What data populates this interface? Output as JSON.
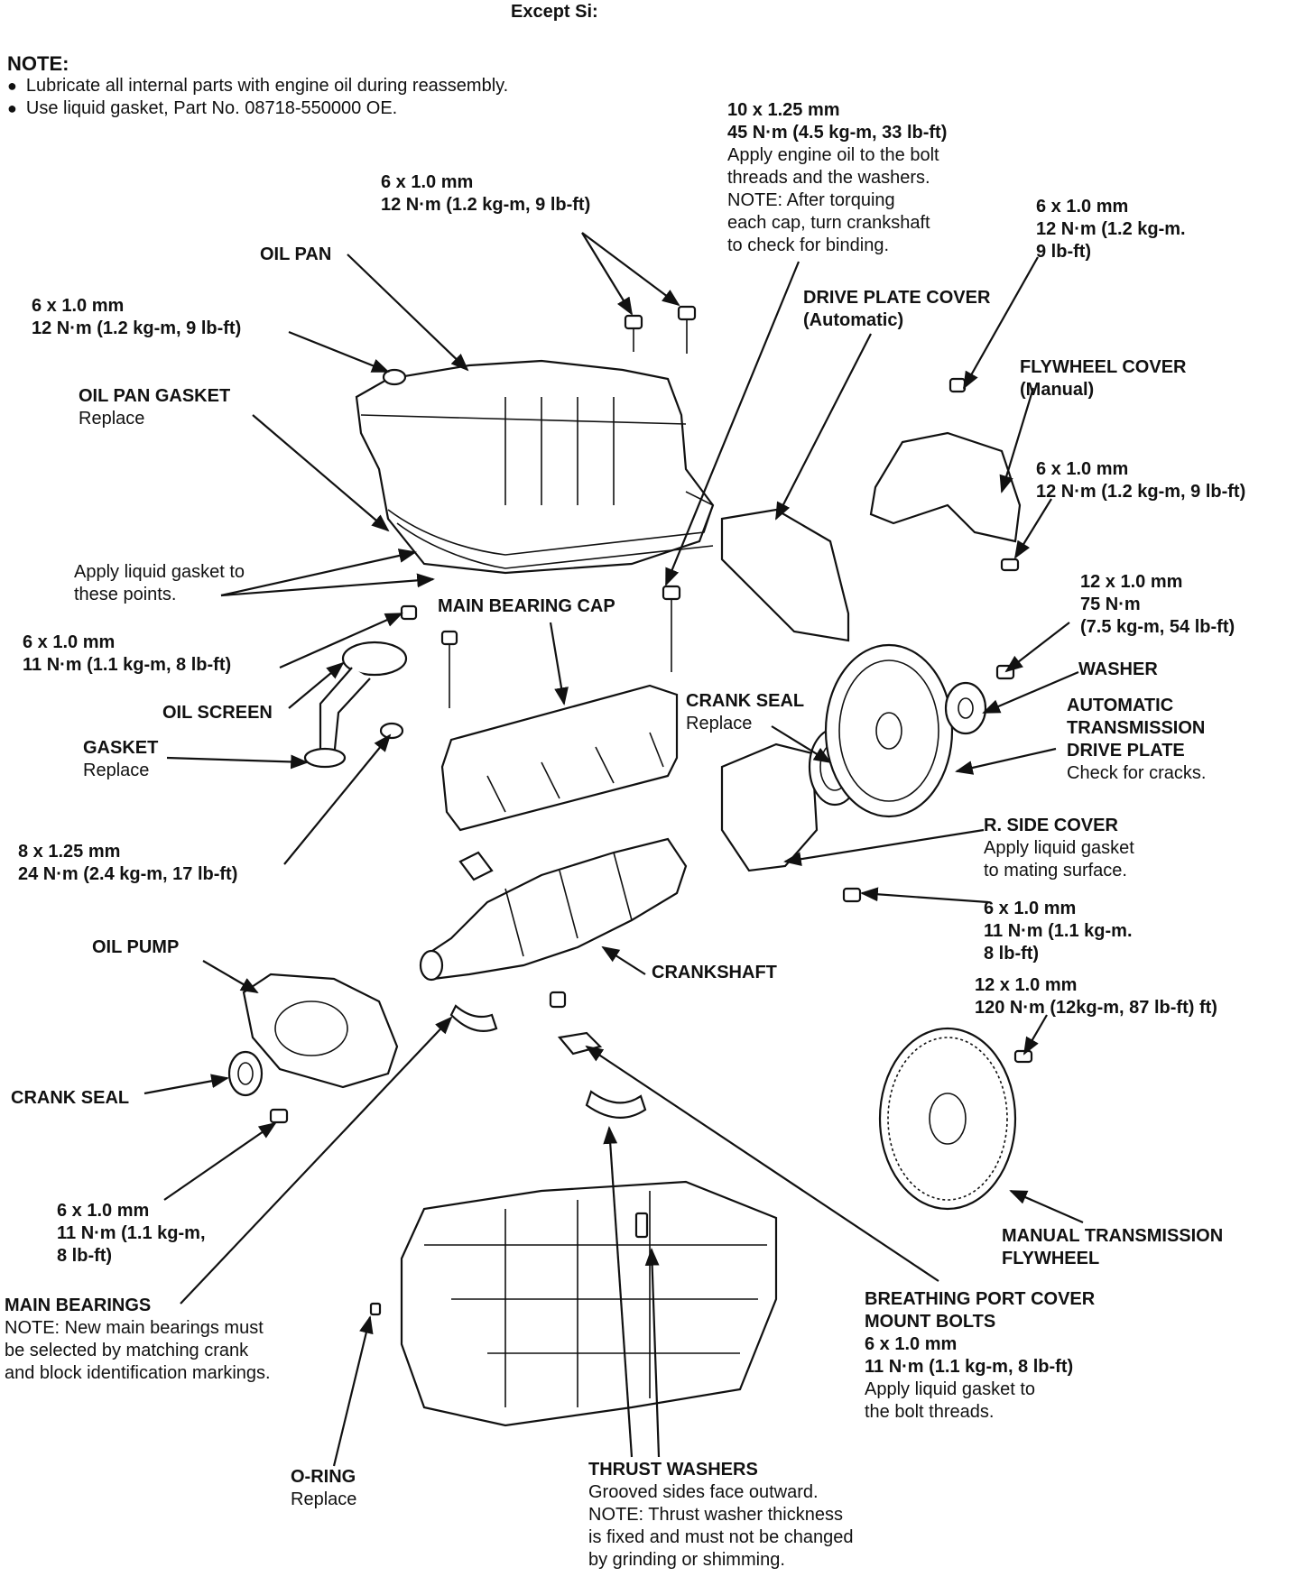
{
  "title": "Except Si:",
  "note": {
    "heading": "NOTE:",
    "items": [
      "Lubricate all internal parts with engine oil during reassembly.",
      "Use liquid gasket, Part No. 08718-550000 OE."
    ]
  },
  "labels": {
    "cap_bolt": [
      "10 x 1.25 mm",
      "45 N·m (4.5 kg-m, 33 lb-ft)",
      "Apply engine oil to the bolt",
      "threads and the washers.",
      "NOTE: After torquing",
      "each cap, turn crankshaft",
      "to check for binding."
    ],
    "pan_bolt_top": [
      "6 x 1.0 mm",
      "12 N·m (1.2 kg-m, 9 lb-ft)"
    ],
    "cover_bolt_top": [
      "6 x 1.0 mm",
      "12 N·m (1.2 kg-m.",
      "9 lb-ft)"
    ],
    "oil_pan": "OIL PAN",
    "pan_nut_left": [
      "6 x 1.0 mm",
      "12 N·m (1.2 kg-m, 9 lb-ft)"
    ],
    "drive_plate_cover": [
      "DRIVE PLATE COVER",
      "(Automatic)"
    ],
    "flywheel_cover": [
      "FLYWHEEL COVER",
      "(Manual)"
    ],
    "oil_pan_gasket": [
      "OIL PAN GASKET",
      "Replace"
    ],
    "flywheel_cover_bolt": [
      "6 x 1.0 mm",
      "12 N·m (1.2 kg-m, 9 lb-ft)"
    ],
    "liquid_gasket": [
      "Apply liquid gasket to",
      "these points."
    ],
    "drive_plate_bolt": [
      "12 x 1.0 mm",
      "75 N·m",
      "(7.5 kg-m, 54 lb-ft)"
    ],
    "main_bearing_cap": "MAIN BEARING CAP",
    "screen_bolt": [
      "6 x 1.0 mm",
      "11 N·m (1.1 kg-m, 8 lb-ft)"
    ],
    "washer": "WASHER",
    "crank_seal_right": [
      "CRANK SEAL",
      "Replace"
    ],
    "oil_screen": "OIL SCREEN",
    "auto_drive_plate": [
      "AUTOMATIC",
      "TRANSMISSION",
      "DRIVE PLATE",
      "Check for cracks."
    ],
    "gasket": [
      "GASKET",
      "Replace"
    ],
    "r_side_cover": [
      "R. SIDE COVER",
      "Apply liquid gasket",
      "to mating surface."
    ],
    "screen_nut": [
      "8 x 1.25 mm",
      "24 N·m (2.4 kg-m, 17 lb-ft)"
    ],
    "side_cover_bolt": [
      "6 x 1.0 mm",
      "11 N·m (1.1 kg-m.",
      "8 lb-ft)"
    ],
    "oil_pump": "OIL PUMP",
    "crankshaft": "CRANKSHAFT",
    "flywheel_bolt": [
      "12 x 1.0 mm",
      "120 N·m (12kg-m, 87 lb-ft) ft)"
    ],
    "crank_seal_left": "CRANK SEAL",
    "pump_bolt": [
      "6 x 1.0 mm",
      "11 N·m (1.1 kg-m,",
      "8 lb-ft)"
    ],
    "manual_flywheel": [
      "MANUAL TRANSMISSION",
      "FLYWHEEL"
    ],
    "breathing_port": [
      "BREATHING PORT COVER",
      "MOUNT BOLTS",
      "6 x 1.0 mm",
      "11 N·m (1.1 kg-m, 8 lb-ft)",
      "Apply liquid gasket to",
      "the bolt threads."
    ],
    "main_bearings": [
      "MAIN BEARINGS",
      "NOTE: New main bearings must",
      "be selected by matching crank",
      "and block identification markings."
    ],
    "o_ring": [
      "O-RING",
      "Replace"
    ],
    "thrust_washers": [
      "THRUST WASHERS",
      "Grooved sides face outward.",
      "NOTE: Thrust washer thickness",
      "is fixed and must not be changed",
      "by grinding or shimming."
    ]
  }
}
